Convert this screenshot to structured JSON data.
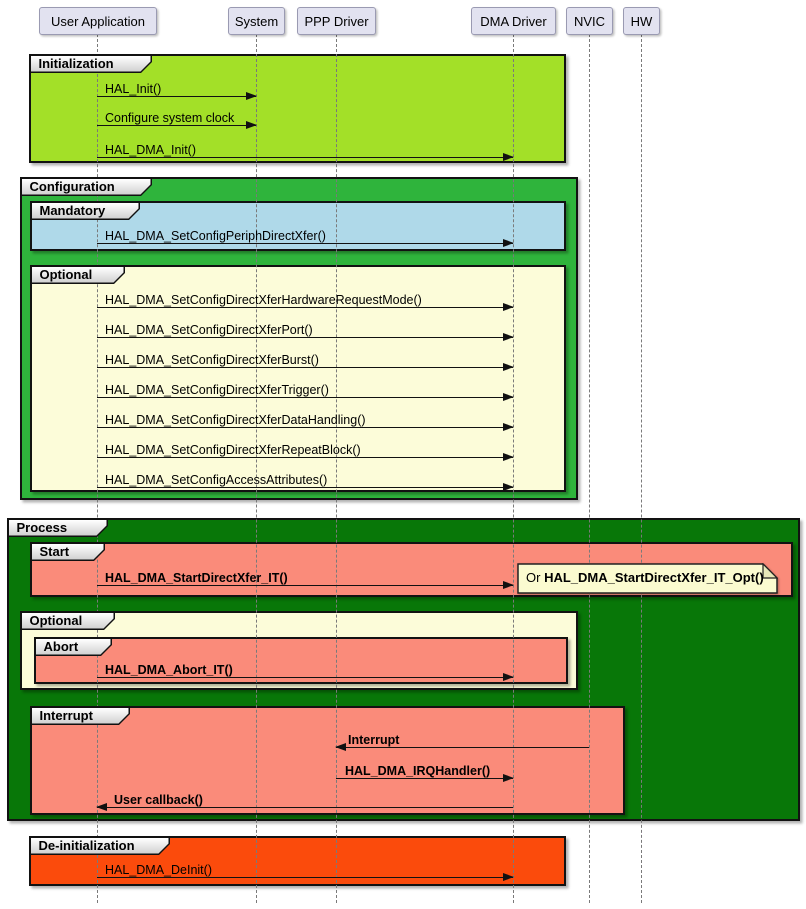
{
  "participants": [
    {
      "label": "User Application"
    },
    {
      "label": "System"
    },
    {
      "label": "PPP Driver"
    },
    {
      "label": "DMA Driver"
    },
    {
      "label": "NVIC"
    },
    {
      "label": "HW"
    }
  ],
  "frames": {
    "initialization": {
      "label": "Initialization"
    },
    "configuration": {
      "label": "Configuration"
    },
    "mandatory": {
      "label": "Mandatory"
    },
    "optional_config": {
      "label": "Optional"
    },
    "process": {
      "label": "Process"
    },
    "start": {
      "label": "Start"
    },
    "optional_process": {
      "label": "Optional"
    },
    "abort": {
      "label": "Abort"
    },
    "interrupt": {
      "label": "Interrupt"
    },
    "deinitialization": {
      "label": "De-initialization"
    }
  },
  "messages": {
    "hal_init": {
      "text": "HAL_Init()",
      "from": "User Application",
      "to": "System"
    },
    "config_clock": {
      "text": "Configure system clock",
      "from": "User Application",
      "to": "System"
    },
    "hal_dma_init": {
      "text": "HAL_DMA_Init()",
      "from": "User Application",
      "to": "DMA Driver"
    },
    "set_periph": {
      "text": "HAL_DMA_SetConfigPeriphDirectXfer()",
      "from": "User Application",
      "to": "DMA Driver"
    },
    "hw_req_mode": {
      "text": "HAL_DMA_SetConfigDirectXferHardwareRequestMode()",
      "from": "User Application",
      "to": "DMA Driver"
    },
    "port": {
      "text": "HAL_DMA_SetConfigDirectXferPort()",
      "from": "User Application",
      "to": "DMA Driver"
    },
    "burst": {
      "text": "HAL_DMA_SetConfigDirectXferBurst()",
      "from": "User Application",
      "to": "DMA Driver"
    },
    "trigger": {
      "text": "HAL_DMA_SetConfigDirectXferTrigger()",
      "from": "User Application",
      "to": "DMA Driver"
    },
    "data_handling": {
      "text": "HAL_DMA_SetConfigDirectXferDataHandling()",
      "from": "User Application",
      "to": "DMA Driver"
    },
    "repeat_block": {
      "text": "HAL_DMA_SetConfigDirectXferRepeatBlock()",
      "from": "User Application",
      "to": "DMA Driver"
    },
    "access_attrs": {
      "text": "HAL_DMA_SetConfigAccessAttributes()",
      "from": "User Application",
      "to": "DMA Driver"
    },
    "start_it": {
      "text": "HAL_DMA_StartDirectXfer_IT()",
      "from": "User Application",
      "to": "DMA Driver"
    },
    "abort_it": {
      "text": "HAL_DMA_Abort_IT()",
      "from": "User Application",
      "to": "DMA Driver"
    },
    "interrupt": {
      "text": "Interrupt",
      "from": "NVIC",
      "to": "PPP Driver"
    },
    "irq_handler": {
      "text": "HAL_DMA_IRQHandler()",
      "from": "PPP Driver",
      "to": "DMA Driver"
    },
    "user_callback": {
      "text": "User callback()",
      "from": "DMA Driver",
      "to": "User Application"
    },
    "deinit": {
      "text": "HAL_DMA_DeInit()",
      "from": "User Application",
      "to": "DMA Driver"
    }
  },
  "note": {
    "prefix": "Or ",
    "text": "HAL_DMA_StartDirectXfer_IT_Opt()"
  },
  "colors": {
    "participant_fill": "#E2E2F0",
    "participant_border": "#9A9AB2",
    "init_fill": "#A3E028",
    "config_fill": "#2FB43C",
    "mandatory_fill": "#AFD9E9",
    "optional_fill": "#FCFCD9",
    "process_fill": "#087708",
    "salmon_fill": "#FA8B7A",
    "deinit_fill": "#FB4B0C",
    "note_fill": "#FBFBD0",
    "frame_border": "#121212",
    "arrow": "#111111",
    "lifeline": "#7A7A7A",
    "tab_fill_top": "#FFFFFF",
    "tab_fill_bottom": "#CFCFCF",
    "tab_border": "#111111"
  }
}
